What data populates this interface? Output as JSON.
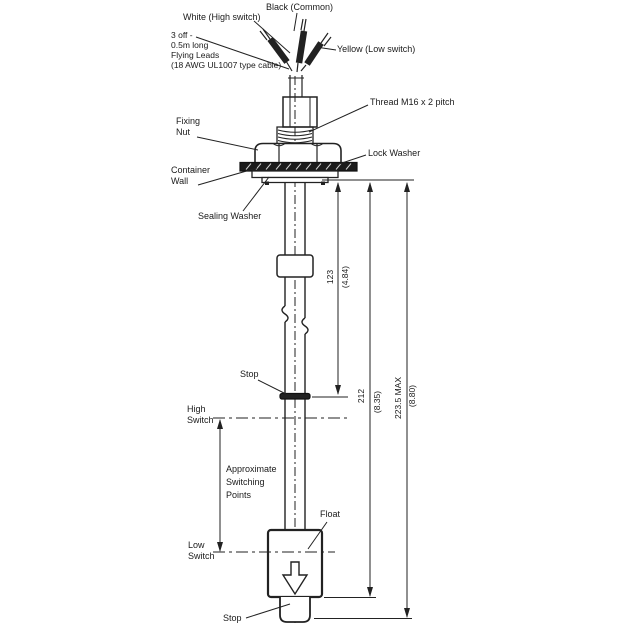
{
  "diagram": {
    "wires": {
      "white": "White (High switch)",
      "black": "Black (Common)",
      "yellow": "Yellow (Low switch)"
    },
    "leads_note": [
      "3 off -",
      "0.5m long",
      "Flying Leads",
      "(18 AWG UL1007 type cable)"
    ],
    "labels": {
      "thread": "Thread M16 x 2 pitch",
      "fixing_nut": [
        "Fixing",
        "Nut"
      ],
      "lock_washer": "Lock Washer",
      "container_wall": [
        "Container",
        "Wall"
      ],
      "sealing_washer": "Sealing Washer",
      "stop_upper": "Stop",
      "high_switch": [
        "High",
        "Switch"
      ],
      "switching_points": [
        "Approximate",
        "Switching",
        "Points"
      ],
      "float": "Float",
      "low_switch": [
        "Low",
        "Switch"
      ],
      "stop_lower": "Stop"
    },
    "dimensions": {
      "dim1_mm": "123",
      "dim1_in": "(4.84)",
      "dim2_mm": "212",
      "dim2_in": "(8.35)",
      "dim3_mm": "223.5 MAX",
      "dim3_in": "(8.80)"
    },
    "colors": {
      "ink": "#222222",
      "background": "#ffffff"
    }
  }
}
